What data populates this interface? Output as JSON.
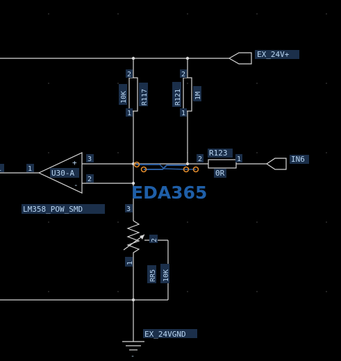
{
  "colors": {
    "background": "#000000",
    "wire": "#d8d8d8",
    "label_text": "#b9d6f2",
    "label_box": "#1b2f4a",
    "jumper": "#e08a2c",
    "watermark": "#1f5fa8",
    "grid_dot": "#3a3a3a"
  },
  "nets": {
    "ex_24v": "EX_24V+",
    "in6": "IN6",
    "gnd": "EX_24VGND"
  },
  "opamp": {
    "designator": "U30-A",
    "part": "LM358_POW_SMD",
    "pin_plus": "3",
    "pin_minus": "2",
    "pin_out": "1",
    "sign_plus": "+",
    "sign_minus": "-"
  },
  "r117": {
    "designator": "R117",
    "value": "10K",
    "pin_top": "2",
    "pin_bottom": "1"
  },
  "r121": {
    "designator": "R121",
    "value": "1M",
    "pin_top": "2",
    "pin_bottom": "1"
  },
  "r123": {
    "designator": "R123",
    "value": "0R",
    "pin_left": "2",
    "pin_right": "1"
  },
  "rr5": {
    "designator": "RR5",
    "value": "10K",
    "pin_top": "3",
    "pin_wiper": "2",
    "pin_bottom": "1"
  },
  "left_edge_pin": "1",
  "gnd_symbol_pin": "-",
  "watermark": "EDA365"
}
